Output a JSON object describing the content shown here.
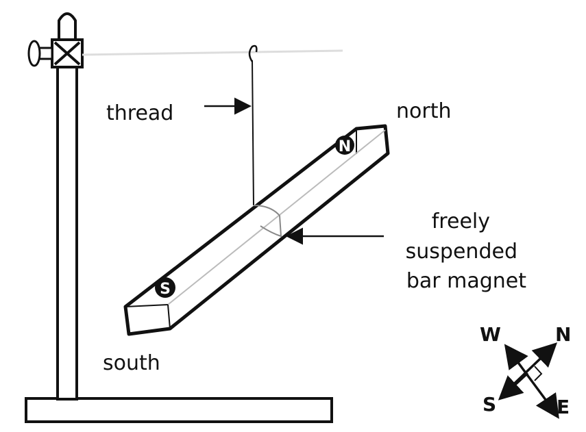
{
  "labels": {
    "thread": "thread",
    "north": "north",
    "magnet_line1": "freely",
    "magnet_line2": "suspended",
    "magnet_line3": "bar magnet",
    "south": "south"
  },
  "magnet_poles": {
    "north": "N",
    "south": "S"
  },
  "compass": {
    "west": "W",
    "north": "N",
    "south": "S",
    "east": "E"
  }
}
